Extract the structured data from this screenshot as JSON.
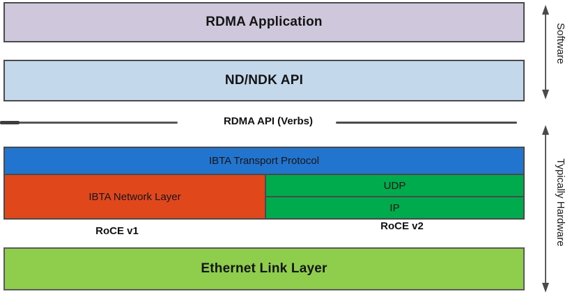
{
  "boxes": {
    "rdma_application": {
      "label": "RDMA Application",
      "bg": "#cfc8dc"
    },
    "nd_ndk_api": {
      "label": "ND/NDK API",
      "bg": "#c4d8eb"
    },
    "ibta_transport": {
      "label": "IBTA Transport Protocol",
      "bg": "#2175ce"
    },
    "ibta_network": {
      "label": "IBTA Network Layer",
      "bg": "#e0481b"
    },
    "udp": {
      "label": "UDP",
      "bg": "#00ab4e"
    },
    "ip": {
      "label": "IP",
      "bg": "#00ab4e"
    },
    "ethernet_link": {
      "label": "Ethernet Link Layer",
      "bg": "#8fce4c"
    }
  },
  "divider": {
    "label": "RDMA API (Verbs)"
  },
  "captions": {
    "roce_v1": "RoCE v1",
    "roce_v2": "RoCE v2"
  },
  "side_labels": {
    "software": "Software",
    "hardware": "Typically Hardware"
  },
  "colors": {
    "border": "#4a4a4a",
    "arrow": "#4a4a4a",
    "divider_line": "#555555"
  }
}
